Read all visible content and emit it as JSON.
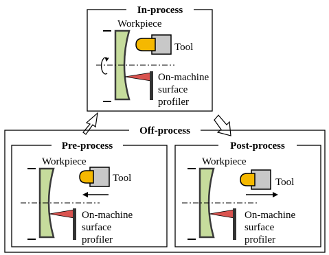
{
  "colors": {
    "workpiece_fill": "#c6dc9c",
    "workpiece_stroke": "#3a3a3a",
    "tool_tip": "#f5b800",
    "tool_holder": "#c8c8c8",
    "probe": "#d9534f",
    "probe_body": "#333333",
    "arrow": "#000000"
  },
  "in_process": {
    "title": "In-process",
    "workpiece_label": "Workpiece",
    "tool_label": "Tool",
    "profiler_label": [
      "On-machine",
      "surface",
      "profiler"
    ],
    "rotation_icon": "rotation-arrow-icon"
  },
  "off_process": {
    "title": "Off-process",
    "pre_process": {
      "title": "Pre-process",
      "workpiece_label": "Workpiece",
      "tool_label": "Tool",
      "profiler_label": [
        "On-machine",
        "surface",
        "profiler"
      ],
      "tool_motion": "left"
    },
    "post_process": {
      "title": "Post-process",
      "workpiece_label": "Workpiece",
      "tool_label": "Tool",
      "profiler_label": [
        "On-machine",
        "surface",
        "profiler"
      ],
      "tool_motion": "right"
    }
  }
}
